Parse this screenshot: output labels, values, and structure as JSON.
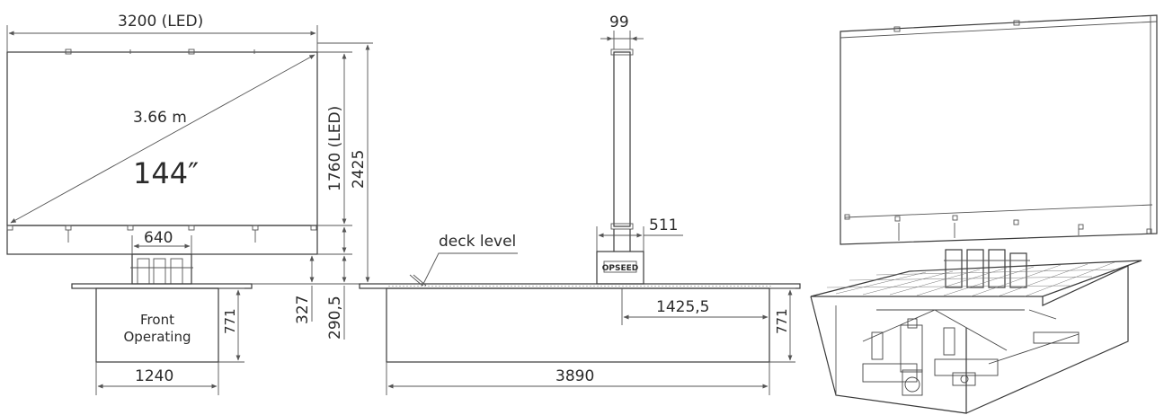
{
  "front_view": {
    "width_label": "3200 (LED)",
    "diagonal_label": "3.66 m",
    "size_label": "144″",
    "height_led_label": "1760 (LED)",
    "total_height_label": "2425",
    "stand_width_label": "640",
    "pit_label_line1": "Front",
    "pit_label_line2": "Operating",
    "pit_depth_label": "771",
    "pit_width_label": "1240",
    "lift_label_a": "327",
    "lift_label_b": "290,5"
  },
  "side_view": {
    "thickness_label": "99",
    "base_label": "511",
    "deck_label": "deck level",
    "brand_label": "OPSEED",
    "offset_label": "1425,5",
    "pit_depth_label": "771",
    "pit_length_label": "3890"
  },
  "perspective_view": {}
}
